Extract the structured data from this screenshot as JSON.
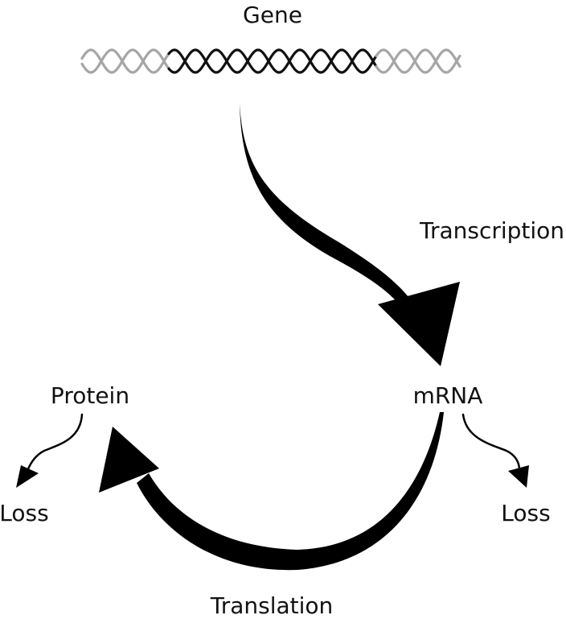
{
  "labels": {
    "gene": "Gene",
    "transcription": "Transcription",
    "mrna": "mRNA",
    "protein": "Protein",
    "translation": "Translation",
    "protein_loss": "Loss",
    "mrna_loss": "Loss"
  },
  "colors": {
    "ink": "#000000",
    "helix_active": "#111111",
    "helix_flank": "#a6a6a6",
    "text": "#111111"
  }
}
